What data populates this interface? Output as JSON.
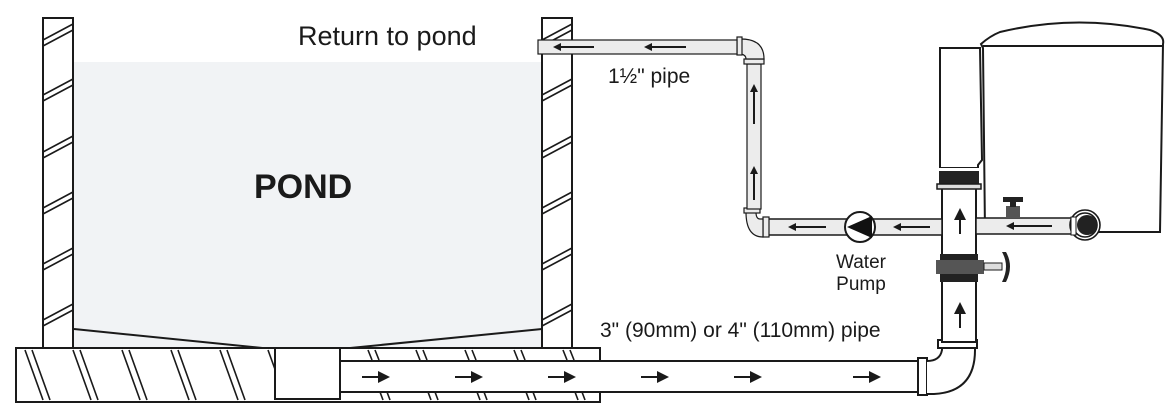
{
  "diagram": {
    "pond_label": "POND",
    "return_label": "Return to pond",
    "return_pipe_label": "1½\" pipe",
    "pump_label_line1": "Water",
    "pump_label_line2": "Pump",
    "main_pipe_label": "3\" (90mm) or 4\" (110mm) pipe"
  },
  "components": [
    {
      "name": "pond",
      "type": "water-body"
    },
    {
      "name": "bottom-drain",
      "type": "drain"
    },
    {
      "name": "gravity-pipe",
      "type": "pipe",
      "size": "3\" (90mm) or 4\" (110mm)",
      "flow": "right"
    },
    {
      "name": "valve-upright",
      "type": "valve"
    },
    {
      "name": "filter-chamber",
      "type": "filter"
    },
    {
      "name": "skimmer-valve",
      "type": "valve"
    },
    {
      "name": "water-pump",
      "type": "pump",
      "flow": "left"
    },
    {
      "name": "return-pipe",
      "type": "pipe",
      "size": "1½\"",
      "flow": "up-then-left"
    }
  ],
  "colors": {
    "water": "#f1f3f5",
    "pipe_light": "#ececec",
    "outline": "#1a1a1a",
    "dark_fitting": "#222222",
    "grey_fitting": "#555555"
  }
}
